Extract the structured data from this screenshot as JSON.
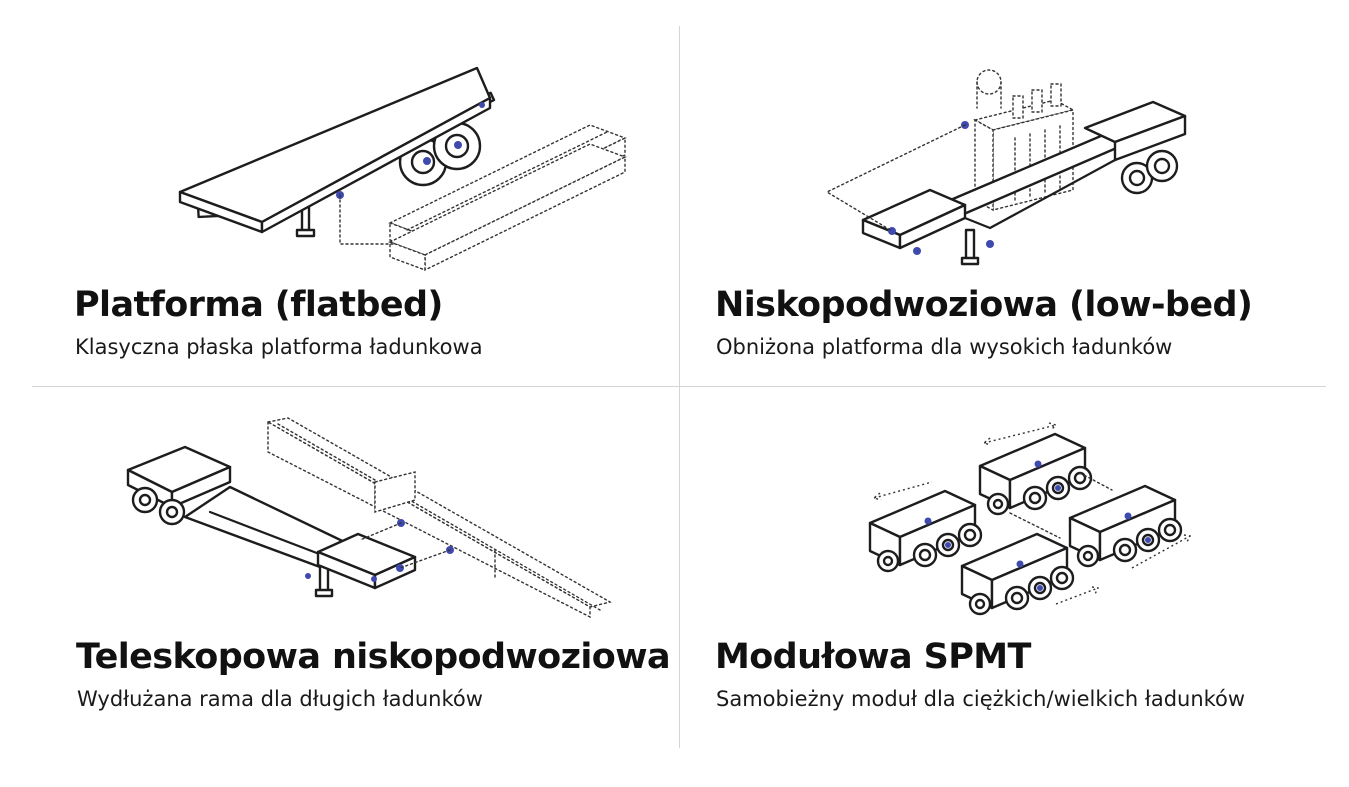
{
  "panels": [
    {
      "title": "Platforma (flatbed)",
      "description": "Klasyczna płaska platforma ładunkowa"
    },
    {
      "title": "Niskopodwoziowa (low-bed)",
      "description": "Obniżona platforma dla wysokich ładunków"
    },
    {
      "title": "Teleskopowa niskopodwoziowa",
      "description": "Wydłużana rama dla długich ładunków"
    },
    {
      "title": "Modułowa SPMT",
      "description": "Samobieżny moduł dla ciężkich/wielkich ładunków"
    }
  ],
  "colors": {
    "accent_dot": "#3f4aae",
    "line": "#1d1d1f",
    "divider": "#d4d4d4"
  }
}
